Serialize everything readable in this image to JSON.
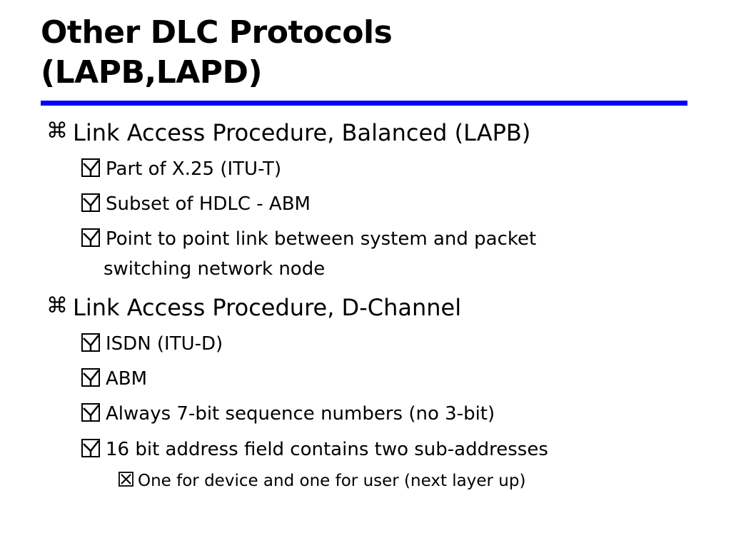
{
  "slide": {
    "title_line1": "Other DLC Protocols",
    "title_line2": "(LAPB,LAPD)",
    "rule_color": "#0000ff",
    "level1_marker_glyph": "⌘",
    "level2_marker_icon": "checkbox-check-icon",
    "level3_marker_icon": "checkbox-cross-icon"
  },
  "bullets": [
    {
      "level": 1,
      "text": "Link Access Procedure, Balanced (LAPB)"
    },
    {
      "level": 2,
      "text": "Part of X.25 (ITU-T)"
    },
    {
      "level": 2,
      "text": "Subset of HDLC - ABM"
    },
    {
      "level": 2,
      "text": "Point to point link between system and packet",
      "continuation": "switching network node"
    },
    {
      "level": 1,
      "text": "Link Access Procedure, D-Channel"
    },
    {
      "level": 2,
      "text": "ISDN (ITU-D)"
    },
    {
      "level": 2,
      "text": "ABM"
    },
    {
      "level": 2,
      "text": "Always 7-bit sequence numbers (no 3-bit)"
    },
    {
      "level": 2,
      "text": "16 bit address field contains two sub-addresses"
    },
    {
      "level": 3,
      "text": "One for device and one for user (next layer up)"
    }
  ]
}
